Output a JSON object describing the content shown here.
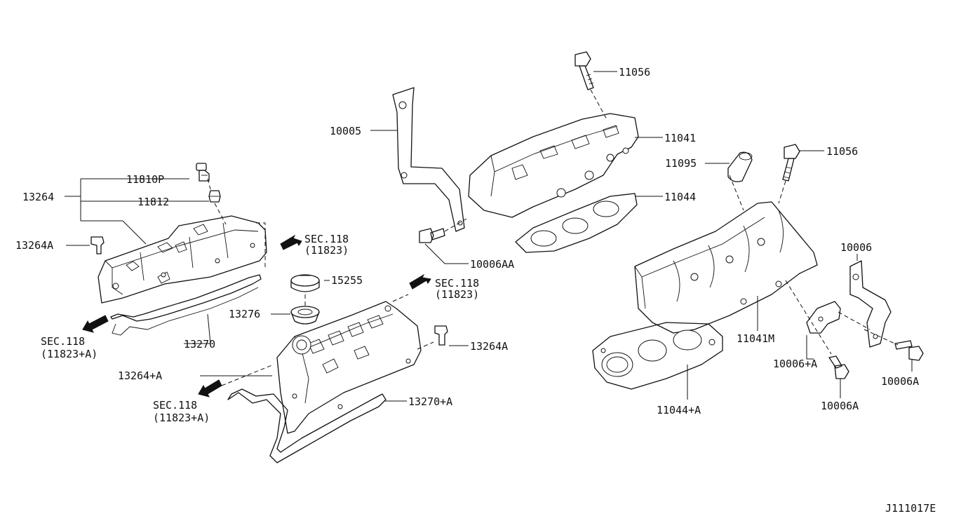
{
  "labels": {
    "p13264": "13264",
    "p11810p": "11810P",
    "p11812": "11812",
    "p13264a_l": "13264A",
    "sec_l1": "SEC.118",
    "sec_l1b": "(11823+A)",
    "p13270": "13270",
    "sec_m1": "SEC.118",
    "sec_m1b": "(11823)",
    "p15255": "15255",
    "p13276": "13276",
    "sec_m2": "SEC.118",
    "sec_m2b": "(11823)",
    "p13264a_m": "13264A",
    "p13264pa": "13264+A",
    "sec_m3": "SEC.118",
    "sec_m3b": "(11823+A)",
    "p13270pa": "13270+A",
    "p10005": "10005",
    "p11056_t": "11056",
    "p11041": "11041",
    "p11044": "11044",
    "p10006aa": "10006AA",
    "p11095": "11095",
    "p11056_r": "11056",
    "p10006": "10006",
    "p11041m": "11041M",
    "p10006pa": "10006+A",
    "p10006a_r": "10006A",
    "p10006a_b": "10006A",
    "p11044pa": "11044+A"
  },
  "footer": {
    "diagram_code": "J111017E"
  }
}
